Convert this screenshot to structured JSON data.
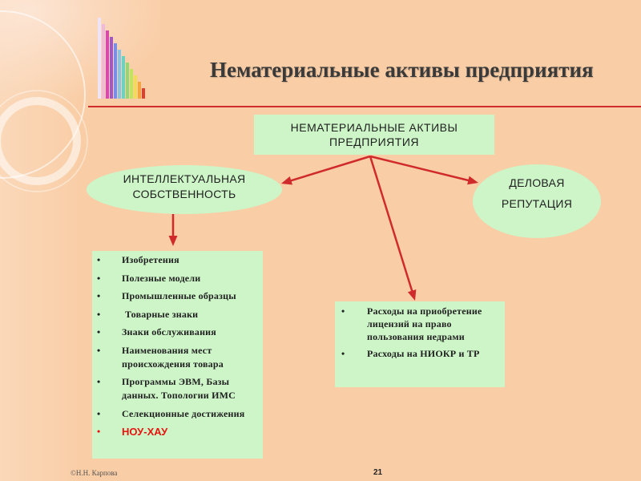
{
  "slide": {
    "title": "Нематериальные активы предприятия",
    "author": "©Н.Н. Карпова",
    "page_number": "21"
  },
  "diagram": {
    "root": {
      "lines": [
        "НЕМАТЕРИАЛЬНЫЕ АКТИВЫ",
        "ПРЕДПРИЯТИЯ"
      ]
    },
    "intellectual_property": {
      "lines": [
        "ИНТЕЛЛЕКТУАЛЬНАЯ",
        "СОБСТВЕННОСТЬ"
      ],
      "items": [
        "Изобретения",
        "Полезные модели",
        "Промышленные образцы",
        "Товарные знаки",
        "Знаки обслуживания",
        "Наименования мест\nпроисхождения товара",
        "Программы ЭВМ, Базы\nданных. Топологии ИМС",
        "Селекционные достижения",
        "НОУ-ХАУ"
      ]
    },
    "business_reputation": {
      "lines": [
        "ДЕЛОВАЯ",
        "РЕПУТАЦИЯ"
      ]
    },
    "expenses": {
      "items": [
        "Расходы на приобретение\nлицензий на право\nпользования недрами",
        "Расходы на НИОКР и ТР"
      ]
    }
  },
  "colors": {
    "background": "#f9cda5",
    "box_fill": "#cdf5c8",
    "accent_red": "#d02b2b",
    "highlight_red": "#e8140f",
    "text": "#1f1f1f",
    "title": "#3a3a3a"
  }
}
